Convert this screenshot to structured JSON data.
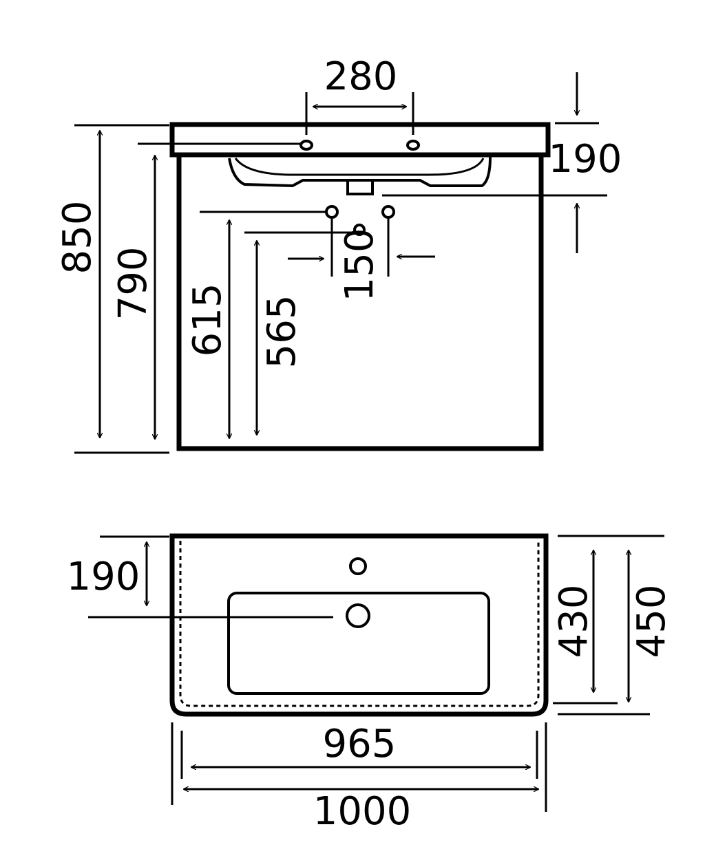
{
  "front_view": {
    "tap_spacing": "280",
    "total_height": "850",
    "cabinet_height": "790",
    "drain_height_upper": "615",
    "drain_height_lower": "565",
    "drain_spacing": "150",
    "basin_depth": "190"
  },
  "top_view": {
    "tap_offset": "190",
    "inner_depth": "430",
    "total_depth": "450",
    "inner_width": "965",
    "total_width": "1000"
  },
  "colors": {
    "line": "#000000",
    "background": "#ffffff"
  }
}
